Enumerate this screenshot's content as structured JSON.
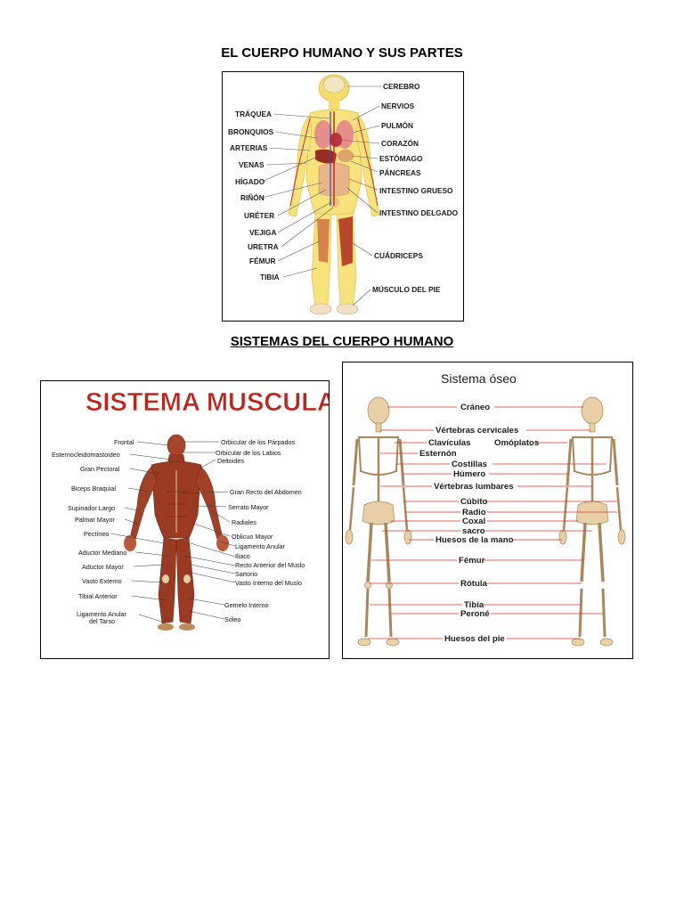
{
  "page": {
    "title": "EL CUERPO HUMANO Y SUS PARTES",
    "subtitle": "SISTEMAS DEL CUERPO HUMANO"
  },
  "human_body": {
    "left_labels": [
      "TRÁQUEA",
      "BRONQUIOS",
      "ARTERIAS",
      "VENAS",
      "HÍGADO",
      "RIÑÓN",
      "URÉTER",
      "VEJIGA",
      "URETRA",
      "FÉMUR",
      "TIBIA"
    ],
    "right_labels": [
      "CEREBRO",
      "NERVIOS",
      "PULMÓN",
      "CORAZÓN",
      "ESTÓMAGO",
      "PÁNCREAS",
      "INTESTINO GRUESO",
      "INTESTINO DELGADO",
      "CUÁDRICEPS",
      "MÚSCULO DEL PIE"
    ]
  },
  "muscular": {
    "title": "SISTEMA MUSCULAR",
    "left_labels": [
      "Frontal",
      "Esternocleidomastoideo",
      "Gran Pectoral",
      "Biceps Braquial",
      "Supinador Largo",
      "Palmar Mayor",
      "Pectíneo",
      "Aductor Mediano",
      "Aductor Mayor",
      "Vasto Externo",
      "Tibial Anterior",
      "Ligamento Anular",
      "del Tarso"
    ],
    "right_labels": [
      "Orbicular de los Párpados",
      "Orbicular de los Labios",
      "Deltoides",
      "Gran Recto del Abdomen",
      "Serrato Mayor",
      "Radiales",
      "Oblicuo Mayor",
      "Ligamento Anular",
      "Iliaco",
      "Recto Anterior del Muslo",
      "Sartorio",
      "Vasto Interno del Muslo",
      "Gemelo Interno",
      "Sóleo"
    ]
  },
  "skeleton": {
    "title": "Sistema óseo",
    "labels": [
      "Cráneo",
      "Vértebras cervicales",
      "Clavículas",
      "Omóplatos",
      "Esternón",
      "Costillas",
      "Húmero",
      "Vértebras lumbares",
      "Cúbito",
      "Radio",
      "Coxal",
      "sacro",
      "Huesos de la mano",
      "Fémur",
      "Rótula",
      "Tibia",
      "Peroné",
      "Huesos del pie"
    ]
  },
  "colors": {
    "muscle": "#9b3a22",
    "nerve": "#f2d23a",
    "bone": "#e9cfa6",
    "title_red": "#c0231c",
    "leader_red": "#d6322a"
  }
}
